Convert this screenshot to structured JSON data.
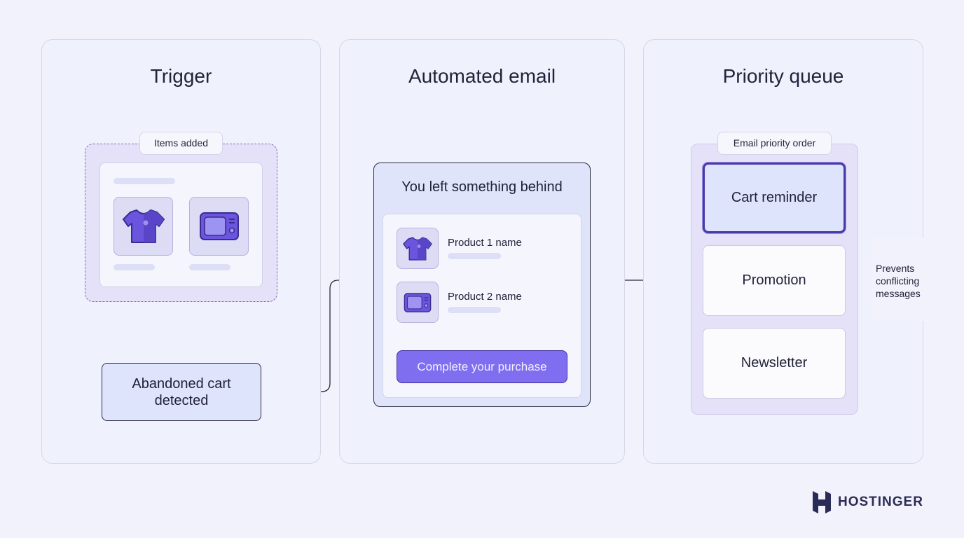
{
  "panels": {
    "trigger": {
      "title": "Trigger",
      "tag": "Items added",
      "result": "Abandoned cart detected"
    },
    "email": {
      "title": "Automated email",
      "header": "You left something behind",
      "products": [
        {
          "name": "Product 1 name",
          "icon": "tshirt-icon"
        },
        {
          "name": "Product 2 name",
          "icon": "microwave-icon"
        }
      ],
      "cta": "Complete your purchase"
    },
    "queue": {
      "title": "Priority queue",
      "tag": "Email priority order",
      "items": [
        "Cart reminder",
        "Promotion",
        "Newsletter"
      ],
      "bracket_note": "Prevents conflicting messages"
    }
  },
  "brand": {
    "name": "HOSTINGER",
    "logo_icon": "hostinger-logo-icon"
  },
  "colors": {
    "background": "#f1f2fb",
    "accent_purple": "#6d5ae6",
    "accent_dark": "#3d2f9a",
    "light_blue": "#dde4fb",
    "lavender": "#e3dff7"
  }
}
